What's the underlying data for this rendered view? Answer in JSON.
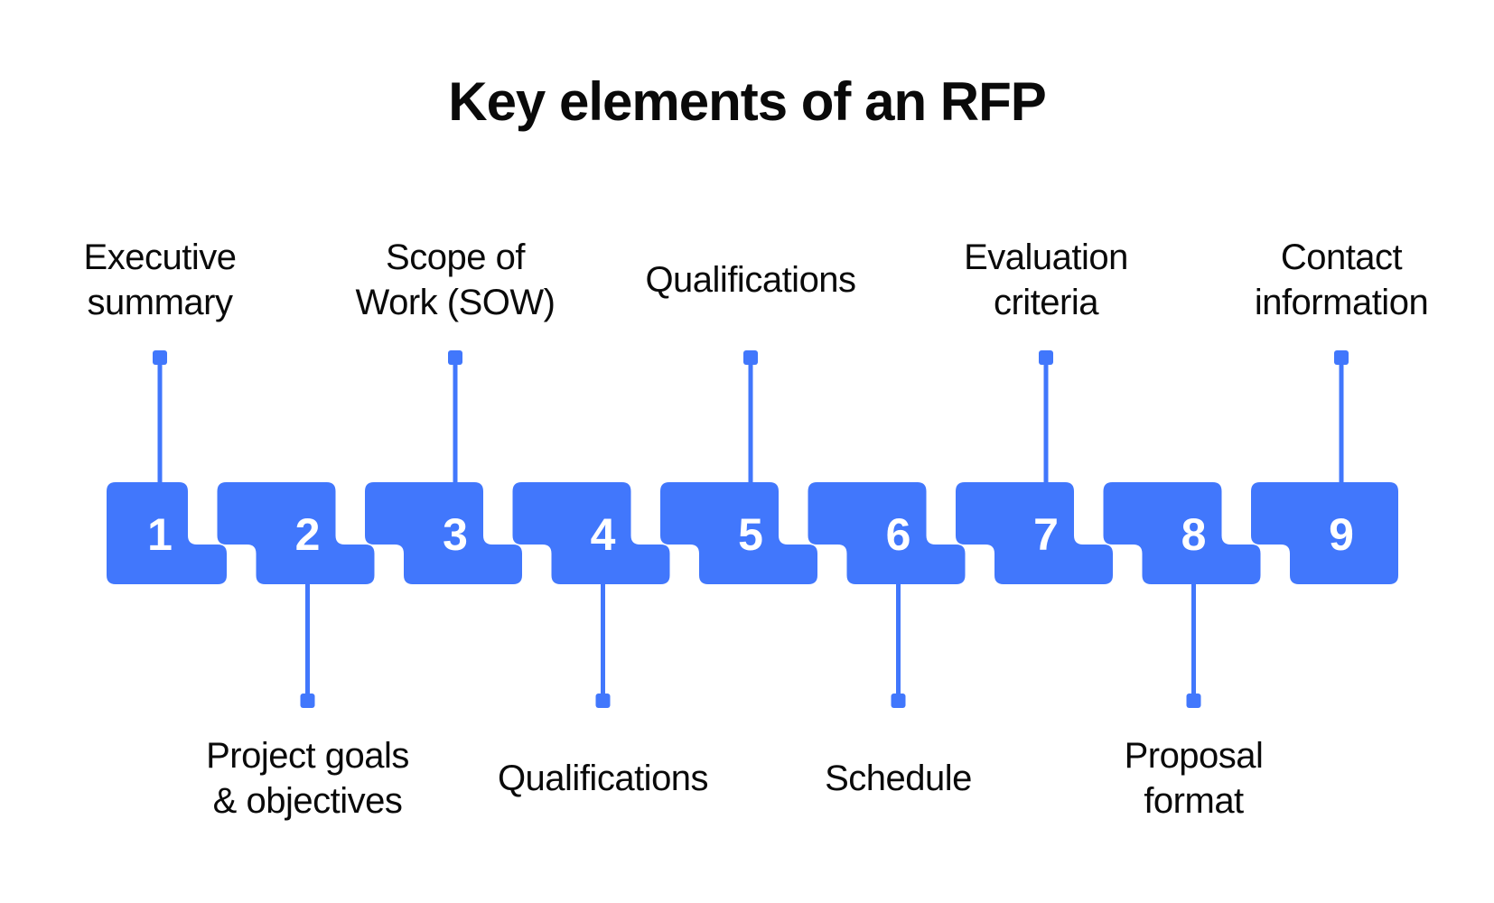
{
  "title": "Key elements of an RFP",
  "colors": {
    "accent": "#4177fc",
    "text": "#0a0a0a",
    "number": "#ffffff",
    "background": "#ffffff"
  },
  "steps": [
    {
      "number": "1",
      "position": "top",
      "lines": [
        "Executive",
        "summary"
      ]
    },
    {
      "number": "2",
      "position": "bottom",
      "lines": [
        "Project goals",
        "& objectives"
      ]
    },
    {
      "number": "3",
      "position": "top",
      "lines": [
        "Scope of",
        "Work (SOW)"
      ]
    },
    {
      "number": "4",
      "position": "bottom",
      "lines": [
        "Qualifications"
      ]
    },
    {
      "number": "5",
      "position": "top",
      "lines": [
        "Qualifications"
      ]
    },
    {
      "number": "6",
      "position": "bottom",
      "lines": [
        "Schedule"
      ]
    },
    {
      "number": "7",
      "position": "top",
      "lines": [
        "Evaluation",
        "criteria"
      ]
    },
    {
      "number": "8",
      "position": "bottom",
      "lines": [
        "Proposal",
        "format"
      ]
    },
    {
      "number": "9",
      "position": "top",
      "lines": [
        "Contact",
        "information"
      ]
    }
  ]
}
